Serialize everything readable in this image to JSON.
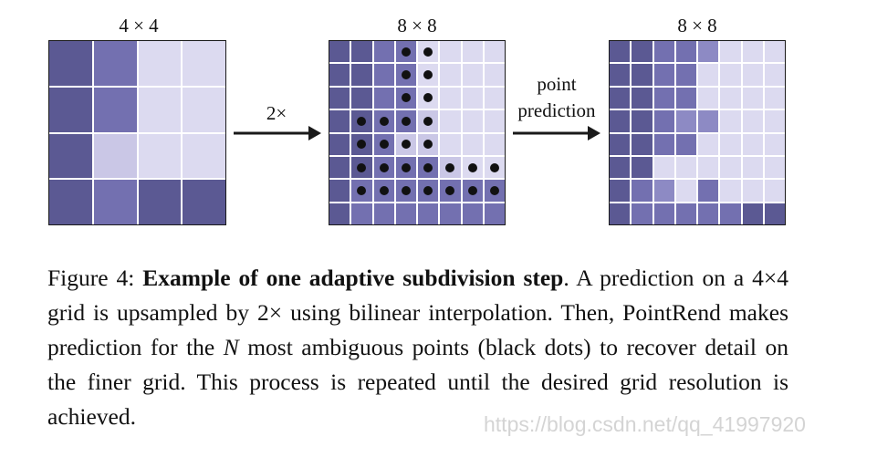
{
  "colors": {
    "dark": "#5b5993",
    "mid": "#7370b0",
    "mid2": "#8d8ac4",
    "light": "#cac7e6",
    "lightest": "#dcdaf0"
  },
  "panels": [
    {
      "title": "4 × 4",
      "size": 4,
      "cells": [
        [
          "dark",
          "mid",
          "lightest",
          "lightest"
        ],
        [
          "dark",
          "mid",
          "lightest",
          "lightest"
        ],
        [
          "dark",
          "light",
          "lightest",
          "lightest"
        ],
        [
          "dark",
          "mid",
          "dark",
          "dark"
        ]
      ],
      "dots": []
    },
    {
      "title": "8 × 8",
      "size": 8,
      "cells": [
        [
          "dark",
          "dark",
          "mid",
          "mid",
          "lightest",
          "lightest",
          "lightest",
          "lightest"
        ],
        [
          "dark",
          "dark",
          "mid",
          "mid",
          "lightest",
          "lightest",
          "lightest",
          "lightest"
        ],
        [
          "dark",
          "dark",
          "mid",
          "mid",
          "lightest",
          "lightest",
          "lightest",
          "lightest"
        ],
        [
          "dark",
          "dark",
          "mid",
          "mid",
          "light",
          "lightest",
          "lightest",
          "lightest"
        ],
        [
          "dark",
          "dark",
          "mid",
          "light",
          "light",
          "lightest",
          "lightest",
          "lightest"
        ],
        [
          "dark",
          "dark",
          "mid",
          "mid",
          "mid",
          "light",
          "lightest",
          "lightest"
        ],
        [
          "dark",
          "mid",
          "mid",
          "mid",
          "mid",
          "mid",
          "mid",
          "mid"
        ],
        [
          "dark",
          "mid",
          "mid",
          "mid",
          "mid",
          "mid",
          "mid",
          "mid"
        ]
      ],
      "dots": [
        [
          0,
          3
        ],
        [
          0,
          4
        ],
        [
          1,
          3
        ],
        [
          1,
          4
        ],
        [
          2,
          3
        ],
        [
          2,
          4
        ],
        [
          3,
          1
        ],
        [
          3,
          2
        ],
        [
          3,
          3
        ],
        [
          3,
          4
        ],
        [
          4,
          1
        ],
        [
          4,
          2
        ],
        [
          4,
          3
        ],
        [
          4,
          4
        ],
        [
          5,
          1
        ],
        [
          5,
          2
        ],
        [
          5,
          3
        ],
        [
          5,
          4
        ],
        [
          5,
          5
        ],
        [
          5,
          6
        ],
        [
          5,
          7
        ],
        [
          6,
          1
        ],
        [
          6,
          2
        ],
        [
          6,
          3
        ],
        [
          6,
          4
        ],
        [
          6,
          5
        ],
        [
          6,
          6
        ],
        [
          6,
          7
        ]
      ]
    },
    {
      "title": "8 × 8",
      "size": 8,
      "cells": [
        [
          "dark",
          "dark",
          "mid",
          "mid",
          "mid2",
          "lightest",
          "lightest",
          "lightest"
        ],
        [
          "dark",
          "dark",
          "mid",
          "mid",
          "lightest",
          "lightest",
          "lightest",
          "lightest"
        ],
        [
          "dark",
          "dark",
          "mid",
          "mid",
          "lightest",
          "lightest",
          "lightest",
          "lightest"
        ],
        [
          "dark",
          "dark",
          "mid",
          "mid2",
          "mid2",
          "lightest",
          "lightest",
          "lightest"
        ],
        [
          "dark",
          "dark",
          "mid",
          "mid",
          "lightest",
          "lightest",
          "lightest",
          "lightest"
        ],
        [
          "dark",
          "dark",
          "lightest",
          "lightest",
          "lightest",
          "lightest",
          "lightest",
          "lightest"
        ],
        [
          "dark",
          "mid",
          "mid2",
          "lightest",
          "mid",
          "lightest",
          "lightest",
          "lightest"
        ],
        [
          "dark",
          "mid",
          "mid",
          "mid",
          "mid",
          "mid",
          "dark",
          "dark"
        ]
      ],
      "dots": []
    }
  ],
  "arrows": [
    {
      "label": "2×"
    },
    {
      "label_line1": "point",
      "label_line2": "prediction"
    }
  ],
  "caption": {
    "prefix": "Figure 4: ",
    "bold": "Example of one adaptive subdivision step",
    "part1": ". A prediction on a 4×4 grid is upsampled by 2× using bilinear interpolation. Then, PointRend makes prediction for the ",
    "italic": "N",
    "part2": " most ambiguous points (black dots) to recover detail on the finer grid. This process is repeated until the desired grid resolution is achieved."
  },
  "watermark": "https://blog.csdn.net/qq_41997920"
}
